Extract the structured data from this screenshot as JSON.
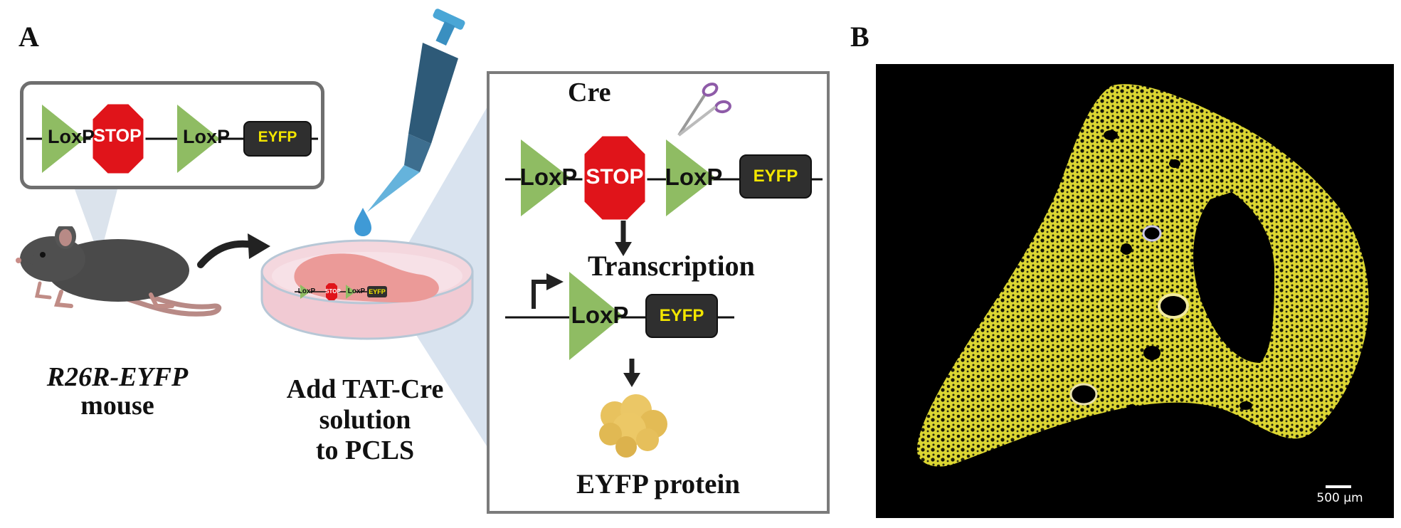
{
  "panel_a": {
    "label": "A",
    "top_construct": {
      "loxp1": "LoxP",
      "stop": "STOP",
      "loxp2": "LoxP",
      "eyfp": "EYFP"
    },
    "dish_construct": {
      "loxp1": "LoxP",
      "stop": "STOP",
      "loxp2": "LoxP",
      "eyfp": "EYFP"
    },
    "mouse_label_line1": "R26R-EYFP",
    "mouse_label_line2": "mouse",
    "dish_caption": [
      "Add TAT-Cre",
      "solution",
      "to PCLS"
    ],
    "inset": {
      "cre": "Cre",
      "row1": {
        "loxp1": "LoxP",
        "stop": "STOP",
        "loxp2": "LoxP",
        "eyfp": "EYFP"
      },
      "transcription": "Transcription",
      "row2": {
        "loxp": "LoxP",
        "eyfp": "EYFP"
      },
      "product": "EYFP protein"
    }
  },
  "panel_b": {
    "label": "B",
    "scale_bar": "500 µm"
  },
  "colors": {
    "loxp_green": "#8fbc63",
    "stop_red": "#e0141a",
    "eyfp_box": "#2f2f2f",
    "eyfp_text": "#f3e600",
    "mouse": "#4a4a4a",
    "pipette": "#2e5a78",
    "droplet": "#3f9ad6",
    "tissue_yellow": "#e9e23a"
  }
}
